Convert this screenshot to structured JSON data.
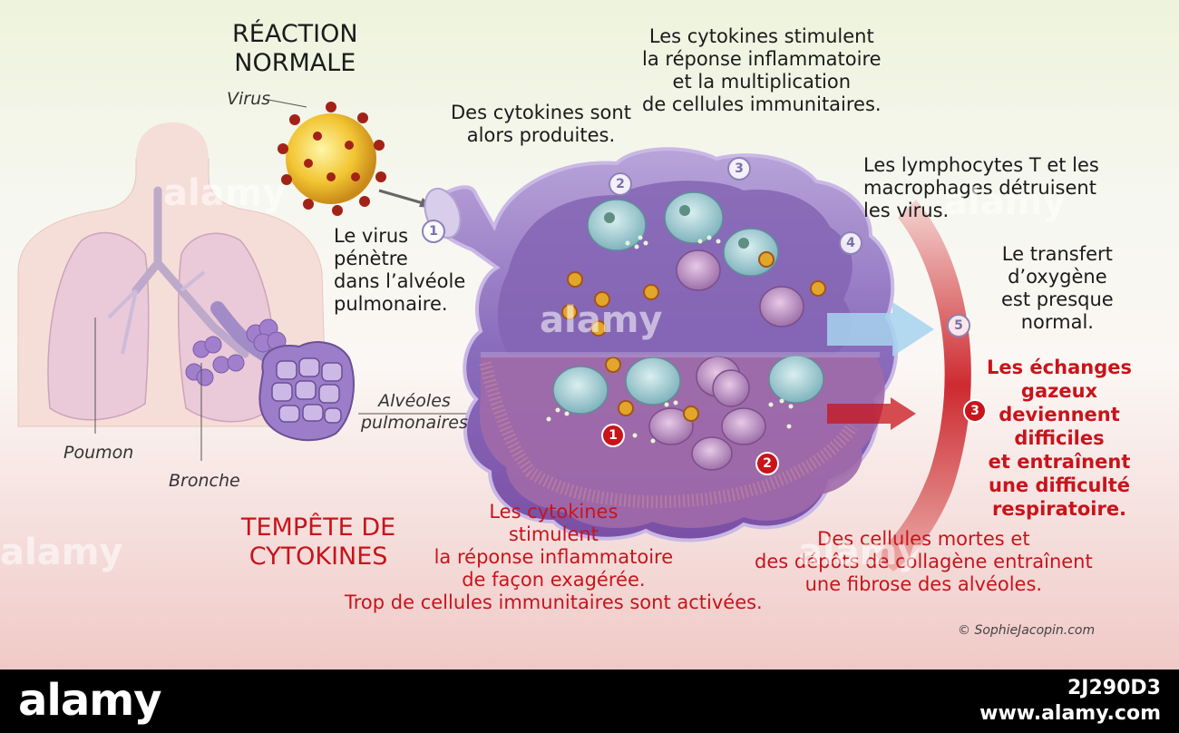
{
  "title_top": [
    "RÉACTION",
    "NORMALE"
  ],
  "title_bottom": [
    "TEMPÊTE DE",
    "CYTOKINES"
  ],
  "labels": {
    "virus": "Virus",
    "poumon": "Poumon",
    "bronche": "Bronche",
    "alveoles": [
      "Alvéoles",
      "pulmonaires"
    ]
  },
  "normal_steps": {
    "step1": [
      "Le virus",
      "pénètre",
      "dans l’alvéole",
      "pulmonaire."
    ],
    "step2": [
      "Des cytokines sont",
      "alors produites."
    ],
    "step3": [
      "Les cytokines stimulent",
      "la réponse inflammatoire",
      "et la multiplication",
      "de cellules immunitaires."
    ],
    "step4": [
      "Les lymphocytes T et les",
      "macrophages détruisent",
      "les virus."
    ],
    "step5": [
      "Le transfert",
      "d’oxygène",
      "est presque",
      "normal."
    ]
  },
  "storm_steps": {
    "step1": [
      "Les cytokines",
      "stimulent",
      "la réponse inflammatoire",
      "de façon exagérée.",
      "Trop de cellules immunitaires sont activées."
    ],
    "step2": [
      "Des cellules mortes et",
      "des dépôts de collagène entraînent",
      "une fibrose des alvéoles."
    ],
    "step3": [
      "Les échanges",
      "gazeux",
      "deviennent",
      "difficiles",
      "et entraînent",
      "une difficulté",
      "respiratoire."
    ]
  },
  "badges": {
    "white": [
      "1",
      "2",
      "3",
      "4",
      "5"
    ],
    "red": [
      "1",
      "2",
      "3"
    ]
  },
  "credit": "© SophieJacopin.com",
  "watermark": "alamy",
  "footer": {
    "logo": "alamy",
    "image_id": "2J290D3",
    "url": "www.alamy.com"
  },
  "colors": {
    "storm_red": "#c8141b",
    "alveole_purple": "#8b6fb5",
    "footer_bg": "#000000"
  }
}
